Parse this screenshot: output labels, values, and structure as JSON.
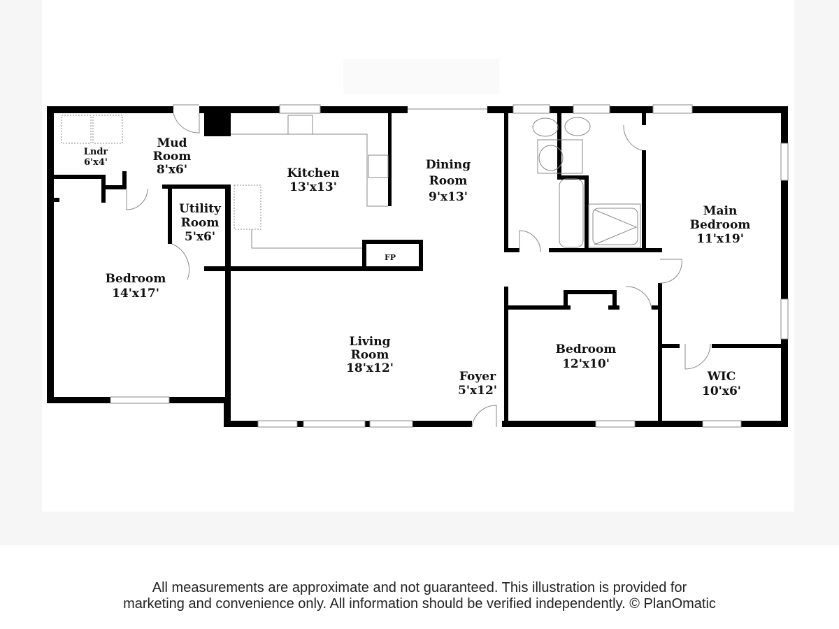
{
  "rooms": {
    "laundry": {
      "name": "Lndr",
      "size": "6'x4'"
    },
    "mud_room": {
      "name_line1": "Mud",
      "name_line2": "Room",
      "size": "8'x6'"
    },
    "kitchen": {
      "name": "Kitchen",
      "size": "13'x13'"
    },
    "dining_room": {
      "name_line1": "Dining",
      "name_line2": "Room",
      "size": "9'x13'"
    },
    "utility_room": {
      "name_line1": "Utility",
      "name_line2": "Room",
      "size": "5'x6'"
    },
    "fireplace": {
      "name": "FP"
    },
    "bedroom_left": {
      "name": "Bedroom",
      "size": "14'x17'"
    },
    "living_room": {
      "name_line1": "Living",
      "name_line2": "Room",
      "size": "18'x12'"
    },
    "foyer": {
      "name": "Foyer",
      "size": "5'x12'"
    },
    "bedroom_right": {
      "name": "Bedroom",
      "size": "12'x10'"
    },
    "main_bedroom": {
      "name_line1": "Main",
      "name_line2": "Bedroom",
      "size": "11'x19'"
    },
    "wic": {
      "name": "WIC",
      "size": "10'x6'"
    }
  },
  "footer": {
    "line1": "All measurements are approximate and not guaranteed. This illustration is provided for",
    "line2": "marketing and convenience only. All information should be verified independently. © PlanOmatic"
  }
}
